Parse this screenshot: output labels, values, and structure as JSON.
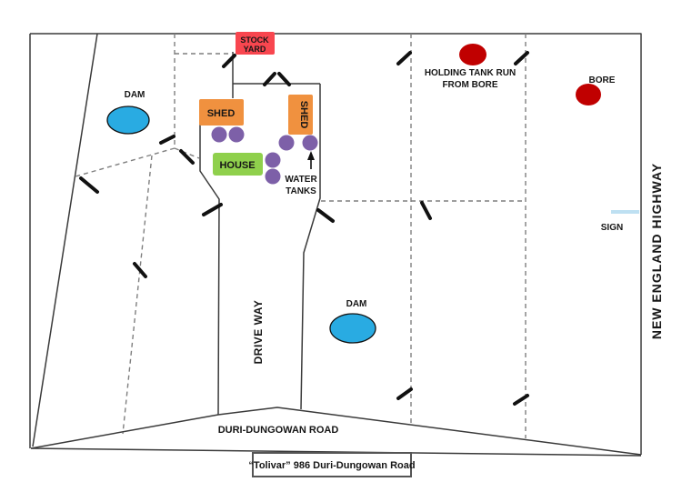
{
  "title_box": {
    "text": "“Tolivar” 986 Duri-Dungowan Road"
  },
  "roads": {
    "bottom_road": "DURI-DUNGOWAN ROAD",
    "highway": "NEW ENGLAND HIGHWAY",
    "driveway": "DRIVE WAY"
  },
  "features": {
    "dam_upper": "DAM",
    "dam_lower": "DAM",
    "stock_yard": {
      "line1": "STOCK",
      "line2": "YARD"
    },
    "shed_left": "SHED",
    "shed_right": "SHED",
    "house": "HOUSE",
    "water_tanks": {
      "line1": "WATER",
      "line2": "TANKS"
    },
    "holding_tank": {
      "line1": "HOLDING TANK RUN",
      "line2": "FROM BORE"
    },
    "bore": "BORE",
    "sign": "SIGN"
  },
  "colors": {
    "stockyard": "#F8464F",
    "shed": "#F0913F",
    "house": "#8FD04C",
    "tank": "#7D60A8",
    "dam": "#29ABE2",
    "bore": "#C00000",
    "sign": "#BEE0F2",
    "fence": "#3a3a3a",
    "dashed": "#7f7f7f",
    "gate": "#111111"
  }
}
